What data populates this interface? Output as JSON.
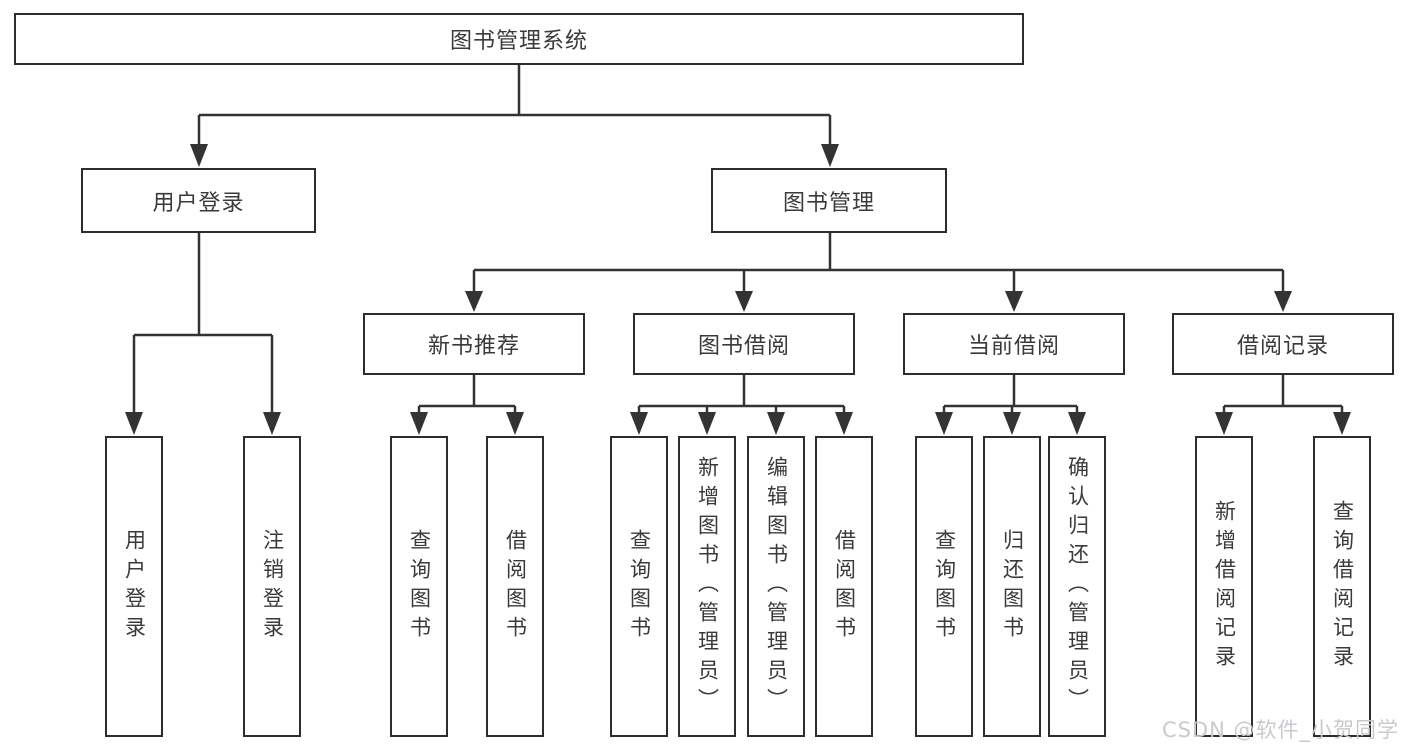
{
  "diagram": {
    "root": {
      "label": "图书管理系统"
    },
    "branches": [
      {
        "label": "用户登录",
        "children": [
          {
            "label": "用户登录"
          },
          {
            "label": "注销登录"
          }
        ]
      },
      {
        "label": "图书管理",
        "children": [
          {
            "label": "新书推荐",
            "children": [
              {
                "label": "查询图书"
              },
              {
                "label": "借阅图书"
              }
            ]
          },
          {
            "label": "图书借阅",
            "children": [
              {
                "label": "查询图书"
              },
              {
                "label": "新增图书（管理员）"
              },
              {
                "label": "编辑图书（管理员）"
              },
              {
                "label": "借阅图书"
              }
            ]
          },
          {
            "label": "当前借阅",
            "children": [
              {
                "label": "查询图书"
              },
              {
                "label": "归还图书"
              },
              {
                "label": "确认归还（管理员）"
              }
            ]
          },
          {
            "label": "借阅记录",
            "children": [
              {
                "label": "新增借阅记录"
              },
              {
                "label": "查询借阅记录"
              }
            ]
          }
        ]
      }
    ]
  },
  "watermark": {
    "text": "CSDN @软件_小贺同学"
  },
  "colors": {
    "line": "#333333",
    "box_border": "#2d2d2d",
    "text": "#3a3a3a",
    "watermark": "#c8cacd",
    "background": "#ffffff"
  }
}
